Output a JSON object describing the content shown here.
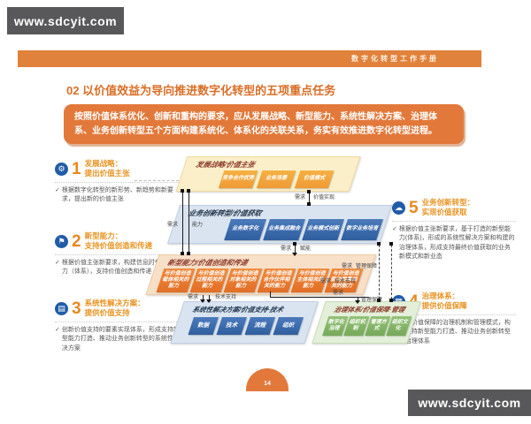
{
  "branding": {
    "top_url": "www.sdcyit.com",
    "bottom_url": "www.sdcyit.com"
  },
  "banner": {
    "text": "数字化转型工作手册"
  },
  "page": {
    "number": "14",
    "title": "02 以价值效益为导向推进数字化转型的五项重点任务",
    "intro": "按照价值体系优化、创新和重构的要求，应从发展战略、新型能力、系统性解决方案、治理体系、业务创新转型五个方面构建系统化、体系化的关联关系，务实有效推进数字化转型进程。"
  },
  "tasks": [
    {
      "num": "1",
      "title": "发展战略：",
      "subtitle": "提出价值主张",
      "check": "✓",
      "desc": "根据数字化转型的新形势、新趋势和新要求，提出新的价值主张",
      "icon": "gear"
    },
    {
      "num": "2",
      "title": "新型能力：",
      "subtitle": "支持价值创造和传递",
      "check": "✓",
      "desc": "根据价值主张新要求，构建信息时代新型能力（体系），支持价值创造和传递",
      "icon": "flag"
    },
    {
      "num": "3",
      "title": "系统性解决方案：",
      "subtitle": "提供价值支持",
      "check": "✓",
      "desc": "创新价值支持的要素实现体系，形成支持新型能力打造、推动业务创新转型的系统性解决方案",
      "icon": "clipboard"
    },
    {
      "num": "4",
      "title": "治理体系：",
      "subtitle": "提供价值保障",
      "check": "✓",
      "desc": "变革价值保障的治理机制和管理模式，构建支持新型能力打造、推动业务创新转型的治理体系",
      "icon": "grid"
    },
    {
      "num": "5",
      "title": "业务创新转型：",
      "subtitle": "实现价值获取",
      "check": "✓",
      "desc": "根据价值主张新要求，基于打造的新型能力(体系)，形成的系统性解决方案和构建的治理体系，形成支持最终价值获取的业务新模式和新业态",
      "icon": "cloud"
    }
  ],
  "icons": {
    "gear": "⚙",
    "flag": "⚑",
    "clipboard": "▤",
    "grid": "▦",
    "cloud": "☁"
  },
  "diagram": {
    "band_strategy": {
      "label": "发展战略/价值主张",
      "chips": [
        "竞争合作优势",
        "业务场景",
        "价值模式"
      ]
    },
    "band_business": {
      "label": "业务创新转型/价值获取",
      "chips": [
        "业务数字化",
        "业务集成融合",
        "业务模式创新",
        "数字业务培育"
      ]
    },
    "band_capability": {
      "label": "新型能力/价值创造和传递",
      "chips": [
        "与价值创造载体相关的能力",
        "与价值创造过程相关的能力",
        "与价值创造对象相关的能力",
        "与价值创造合作伙伴相关的能力",
        "与价值创造主体相关的能力",
        "与价值创造驱动要素相关的能力"
      ]
    },
    "band_solution": {
      "label": "系统性解决方案/价值支持·技术",
      "chips": [
        "数据",
        "技术",
        "流程",
        "组织"
      ]
    },
    "band_governance": {
      "label": "治理体系/价值保障·管理",
      "chips": [
        "数字化治理",
        "组织机制",
        "管理方式",
        "组织文化"
      ]
    },
    "connector_labels": {
      "left": [
        "需求",
        "能力"
      ],
      "strategy_business": [
        "需求",
        "价值实现"
      ],
      "business_capability": [
        "需求",
        "赋能"
      ],
      "capability_solution": [
        "需求",
        "技术支持"
      ],
      "capability_governance": [
        "需求",
        "管理保障"
      ],
      "right_governance": [
        "需求",
        "管理保障"
      ],
      "right_solution": [
        "需求",
        "技术支持"
      ]
    }
  },
  "colors": {
    "accent_orange": "#E2793A",
    "dark_gray": "#58585A",
    "icon_blue": "#215CA8",
    "band_yellow": "#FBEFC9",
    "band_blue": "#D9E4F0",
    "band_orange": "#F8DFC8",
    "band_green": "#E3EFD9",
    "chip_orange": "#EF9A36",
    "chip_blue": "#2F5E9F",
    "chip_deep_orange": "#E26F26",
    "chip_green": "#76A95A"
  }
}
